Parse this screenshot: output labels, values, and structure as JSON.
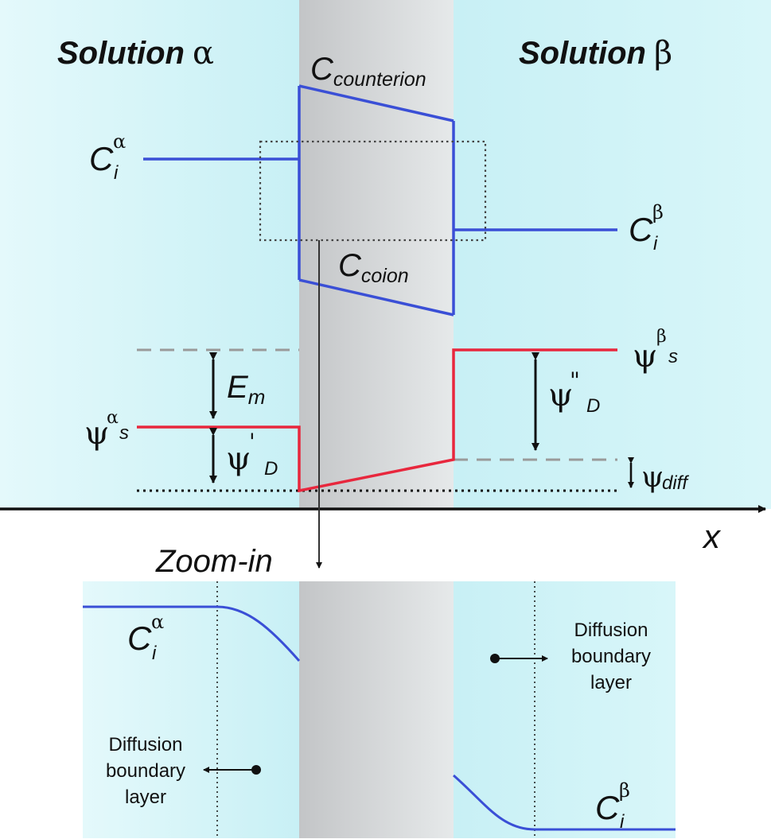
{
  "colors": {
    "solution_bg": "#c9f1f6",
    "solution_bg_light": "#e2f8fb",
    "membrane_dark": "#c3c6c8",
    "membrane_light": "#e4e7e8",
    "concentration_line": "#3a4fd6",
    "potential_line": "#e8273d",
    "dashed_gray": "#9a9a9a",
    "black": "#111111"
  },
  "labels": {
    "solution_alpha_word": "Solution",
    "solution_alpha_sym": "α",
    "solution_beta_word": "Solution",
    "solution_beta_sym": "β",
    "c_counterion_main": "C",
    "c_counterion_sub": "counterion",
    "c_coion_main": "C",
    "c_coion_sub": "coion",
    "ci_alpha_main": "C",
    "ci_alpha_sub": "i",
    "ci_alpha_sup": "α",
    "ci_beta_main": "C",
    "ci_beta_sub": "i",
    "ci_beta_sup": "β",
    "psi_s_alpha_main": "ψ",
    "psi_s_alpha_sup": "α",
    "psi_s_alpha_sub": "s",
    "psi_s_beta_main": "ψ",
    "psi_s_beta_sup": "β",
    "psi_s_beta_sub": "s",
    "em_main": "E",
    "em_sub": "m",
    "psi_d1_main": "ψ",
    "psi_d1_sup": "'",
    "psi_d1_sub": "D",
    "psi_d2_main": "ψ",
    "psi_d2_sup": "\"",
    "psi_d2_sub": "D",
    "psi_diff_main": "ψ",
    "psi_diff_sub": "diff",
    "x_axis": "x",
    "zoom_in": "Zoom-in",
    "dbl_right_1": "Diffusion",
    "dbl_right_2": "boundary",
    "dbl_right_3": "layer",
    "dbl_left_1": "Diffusion",
    "dbl_left_2": "boundary",
    "dbl_left_3": "layer"
  }
}
